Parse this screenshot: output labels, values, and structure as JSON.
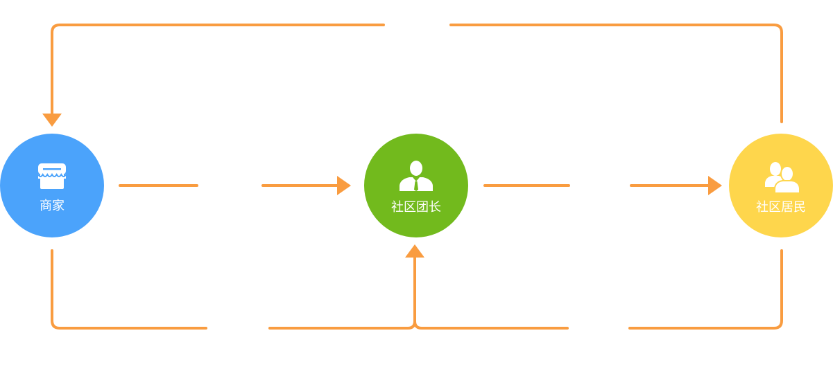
{
  "nodes": {
    "merchant": {
      "label": "商家",
      "color": "#4BA3FB",
      "icon": "store-icon"
    },
    "leader": {
      "label": "社区团长",
      "color": "#72BA1D",
      "icon": "person-icon"
    },
    "residents": {
      "label": "社区居民",
      "color": "#FED64C",
      "icon": "group-icon"
    }
  },
  "connector_color": "#F99C40",
  "edges": [
    {
      "from": "merchant",
      "to": "leader",
      "label": ""
    },
    {
      "from": "leader",
      "to": "residents",
      "label": ""
    },
    {
      "from": "residents",
      "to": "merchant",
      "label": ""
    },
    {
      "from": "merchant",
      "to": "leader",
      "label": ""
    },
    {
      "from": "residents",
      "to": "leader",
      "label": ""
    }
  ]
}
